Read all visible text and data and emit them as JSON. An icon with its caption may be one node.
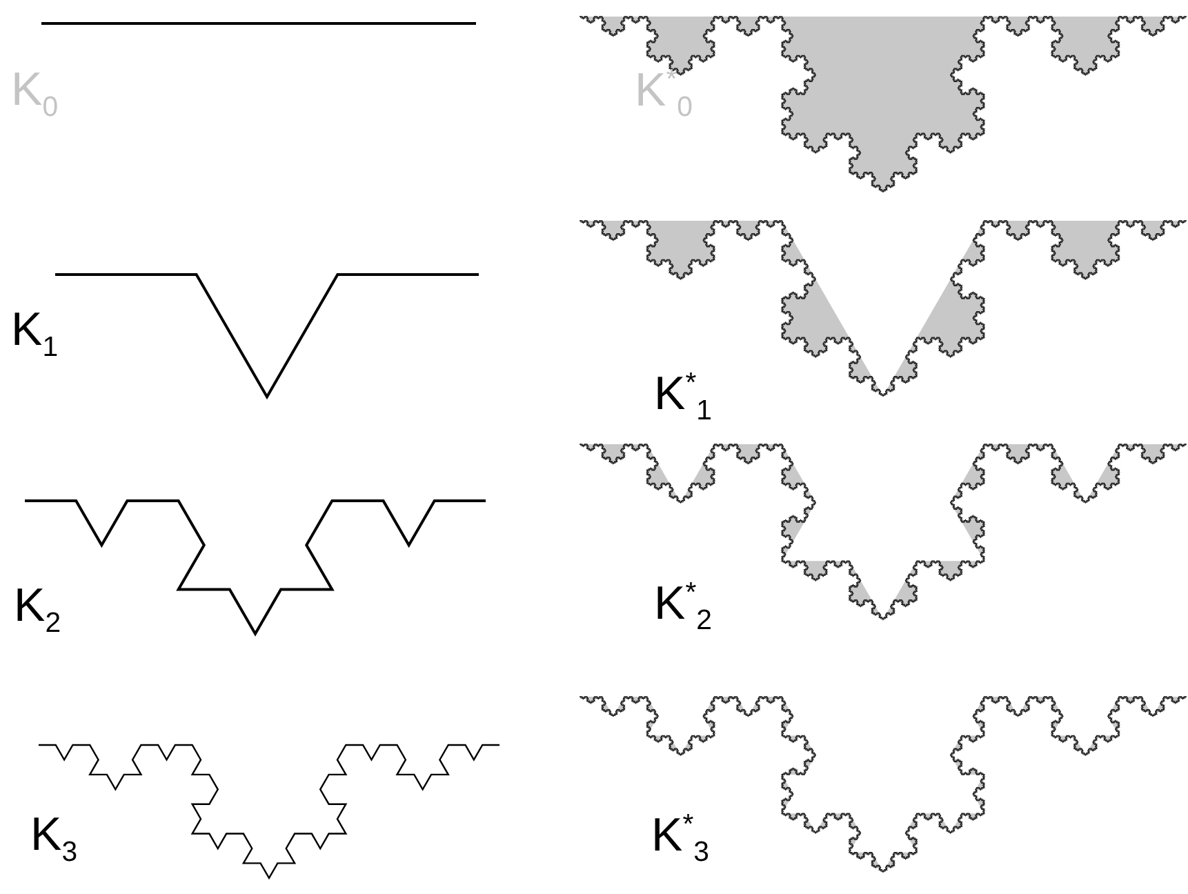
{
  "diagram": {
    "labels": [
      "K$_{0}$",
      "K$^{*}$$_{0}$",
      "K$_{1}$",
      "K$^{*}$$_{1}$",
      "K$_{2}$",
      "K$^{*}$$_{2}$",
      "K$_{3}$",
      "K$^{*}$$_{3}$"
    ]
  }
}
